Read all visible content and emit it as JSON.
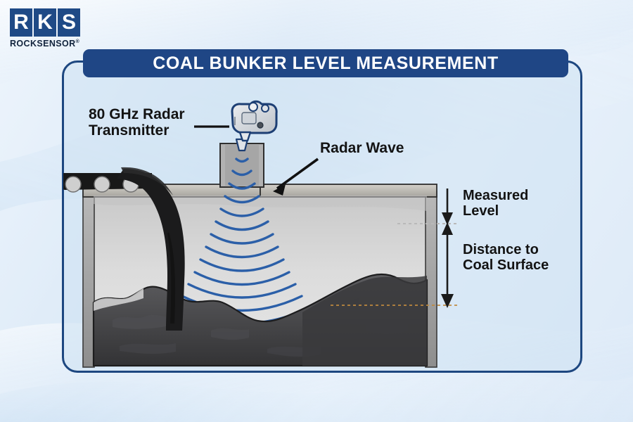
{
  "brand": {
    "letters": [
      "R",
      "K",
      "S"
    ],
    "wordmark": "ROCKSENSOR",
    "trademark": "®",
    "square_color": "#1f4a86",
    "wordmark_color": "#12243d"
  },
  "title": {
    "text": "COAL BUNKER LEVEL MEASUREMENT",
    "banner_color": "#1f4685",
    "text_color": "#ffffff"
  },
  "frame": {
    "border_color": "#1d4780",
    "fill_color": "#cde2f2"
  },
  "labels": {
    "transmitter": "80 GHz Radar\nTransmitter",
    "radar_wave": "Radar Wave",
    "measured_level": "Measured\nLevel",
    "distance_to_coal": "Distance to\nCoal Surface",
    "text_color": "#131313"
  },
  "diagram": {
    "device_name": "80 GHz radar level transmitter",
    "vessel_name": "coal bunker",
    "medium_name": "coal pile",
    "feed_name": "coal chute with rollers",
    "roller_count": 3,
    "radar_beam": {
      "name": "radar wave cone",
      "arc_count": 14,
      "arc_color": "#2b5fa8",
      "shape": "expanding downward cone"
    },
    "colors": {
      "bunker_wall": "#9a9a9a",
      "bunker_interior": "#d7d7d7",
      "coal_dark": "#3d3d3f",
      "coal_mid": "#565658",
      "coal_stream": "#1b1b1c",
      "chute_body": "#181818",
      "roller": "#cfcfcf",
      "device_body": "#d5d9de",
      "device_outline": "#1d3f74",
      "reference_line": "#c08a3e",
      "dimension_arrow": "#1b1b1b"
    }
  }
}
